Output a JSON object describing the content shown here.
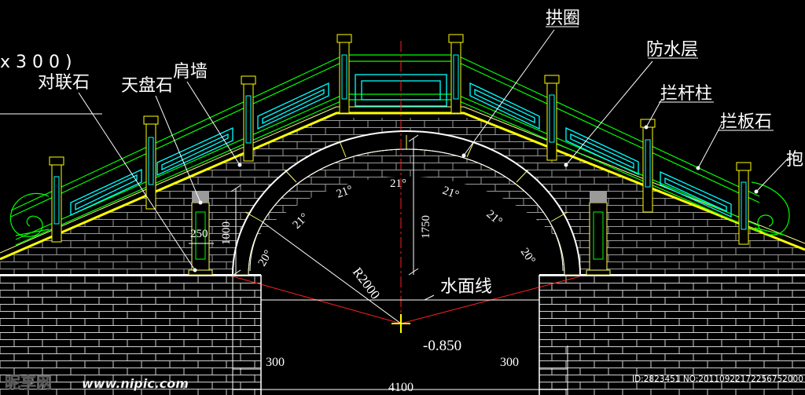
{
  "labels": {
    "partial_dim": "x 3 0 0 )",
    "duilian_stone": "对联石",
    "tianpan_stone": "天盘石",
    "shoulder_wall": "肩墙",
    "arch_ring": "拱圈",
    "waterproof_layer": "防水层",
    "railing_post": "拦杆柱",
    "railing_panel": "拦板石",
    "partial_right": "抱",
    "water_line": "水面线"
  },
  "dimensions": {
    "radius": "R2000",
    "elevation": "-0.850",
    "height_1750": "1750",
    "height_1000": "1000",
    "width_250": "250",
    "left_300": "300",
    "right_300": "300",
    "span_4100": "4100",
    "angles": [
      "20°",
      "21°",
      "21°",
      "21°",
      "21°",
      "21°",
      "20°"
    ]
  },
  "watermark": {
    "logo": "昵享网",
    "site": "www.nipic.com",
    "id": "ID:2823451 NO:20110922172256752000"
  },
  "colors": {
    "background": "#000000",
    "railing": "#00ff00",
    "panel": "#00ffff",
    "deck_line": "#ffff00",
    "masonry": "#ffffff",
    "axis": "#ff0000",
    "arch_band": "#ffffcc",
    "gray_wall": "#888888"
  }
}
